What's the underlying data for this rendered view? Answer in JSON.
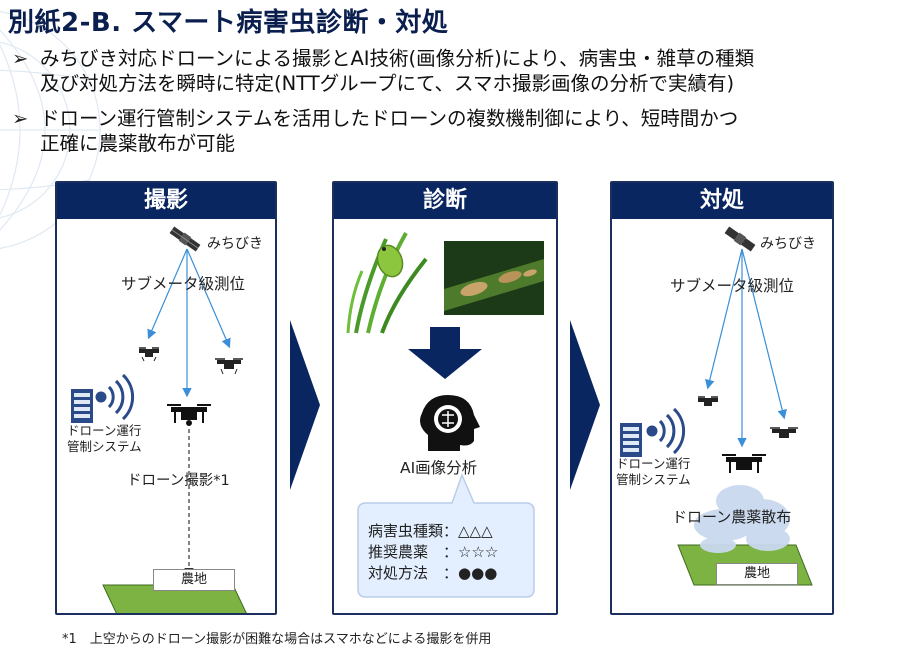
{
  "title": "別紙2-B. スマート病害虫診断・対処",
  "bullets": [
    {
      "mark": "➢",
      "line1": "みちびき対応ドローンによる撮影とAI技術(画像分析)により、病害虫・雑草の種類",
      "line2": "及び対処方法を瞬時に特定(NTTグループにて、スマホ撮影画像の分析で実績有)"
    },
    {
      "mark": "➢",
      "line1": "ドローン運行管制システムを活用したドローンの複数機制御により、短時間かつ",
      "line2": "正確に農薬散布が可能"
    }
  ],
  "panels": {
    "capture": {
      "header": "撮影",
      "satellite_label": "みちびき",
      "positioning": "サブメータ級測位",
      "control_system_line1": "ドローン運行",
      "control_system_line2": "管制システム",
      "drone_capture": "ドローン撮影*1",
      "field": "農地"
    },
    "diagnosis": {
      "header": "診断",
      "ai_label": "AI画像分析",
      "results": [
        {
          "label": "病害虫種類",
          "value": "：△△△"
        },
        {
          "label": "推奨農薬",
          "value": "：☆☆☆"
        },
        {
          "label": "対処方法",
          "value": "：●●●"
        }
      ]
    },
    "treatment": {
      "header": "対処",
      "satellite_label": "みちびき",
      "positioning": "サブメータ級測位",
      "control_system_line1": "ドローン運行",
      "control_system_line2": "管制システム",
      "spraying": "ドローン農薬散布",
      "field": "農地"
    }
  },
  "footnote": "*1　上空からのドローン撮影が困難な場合はスマホなどによる撮影を併用",
  "colors": {
    "navy": "#0a2660",
    "field_green": "#7cb342",
    "arrow_blue": "#3b8fd8",
    "callout_bg": "#e3efff"
  }
}
